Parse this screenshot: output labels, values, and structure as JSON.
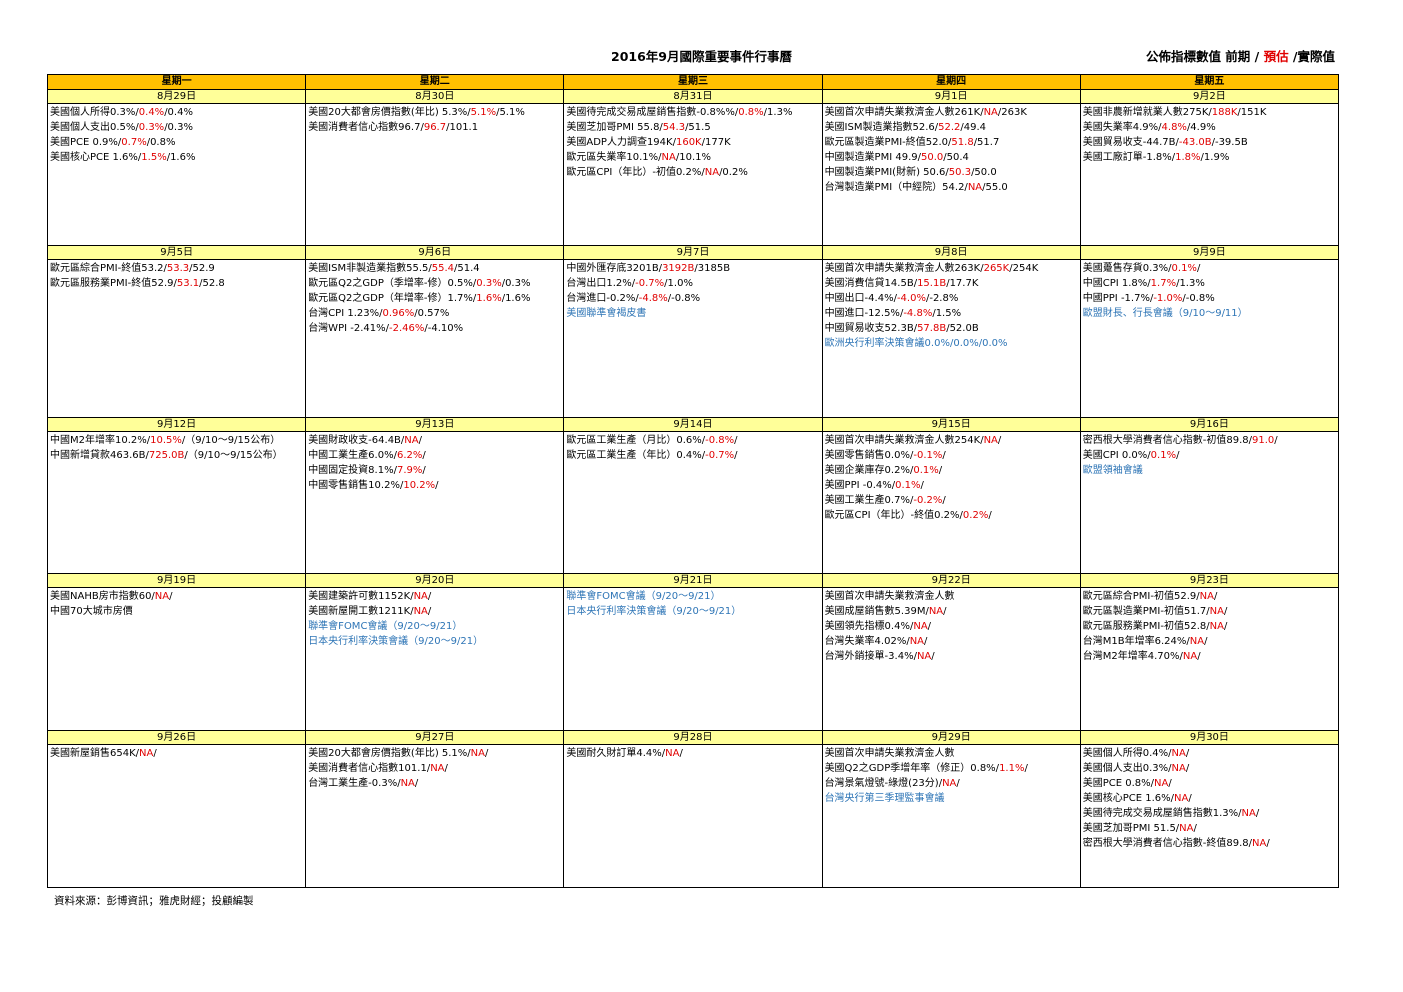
{
  "title": "2016年9月國際重要事件行事曆",
  "legend": {
    "pre": "公佈指標數值  前期 / ",
    "est": "預估",
    "post": " /實際值"
  },
  "weekdays": [
    "星期一",
    "星期二",
    "星期三",
    "星期四",
    "星期五"
  ],
  "weeks": [
    {
      "cells": [
        {
          "date": "8月29日",
          "events": [
            {
              "t": "美國個人所得0.3%/",
              "e": "0.4%",
              "a": "/0.4%"
            },
            {
              "t": "美國個人支出0.5%/",
              "e": "0.3%",
              "a": "/0.3%"
            },
            {
              "t": "美國PCE 0.9%/",
              "e": "0.7%",
              "a": "/0.8%"
            },
            {
              "t": "美國核心PCE 1.6%/",
              "e": "1.5%",
              "a": "/1.6%"
            }
          ]
        },
        {
          "date": "8月30日",
          "events": [
            {
              "t": "美國20大都會房價指數(年比) 5.3%/",
              "e": "5.1%",
              "a": "/5.1%"
            },
            {
              "t": "美國消費者信心指數96.7/",
              "e": "96.7",
              "a": "/101.1"
            }
          ]
        },
        {
          "date": "8月31日",
          "events": [
            {
              "t": "美國待完成交易成屋銷售指數-0.8%%/",
              "e": "0.8%",
              "a": "/1.3%"
            },
            {
              "t": "美國芝加哥PMI 55.8/",
              "e": "54.3",
              "a": "/51.5"
            },
            {
              "t": "美國ADP人力調查194K/",
              "e": "160K",
              "a": "/177K"
            },
            {
              "t": "歐元區失業率10.1%/",
              "e": "NA",
              "a": "/10.1%"
            },
            {
              "t": "歐元區CPI（年比）-初值0.2%/",
              "e": "NA",
              "a": "/0.2%"
            }
          ]
        },
        {
          "date": "9月1日",
          "events": [
            {
              "t": "美國首次申請失業救濟金人數261K/",
              "e": "NA",
              "a": "/263K"
            },
            {
              "t": "美國ISM製造業指數52.6/",
              "e": "52.2",
              "a": "/49.4"
            },
            {
              "t": "歐元區製造業PMI-終值52.0/",
              "e": "51.8",
              "a": "/51.7"
            },
            {
              "t": "中國製造業PMI 49.9/",
              "e": "50.0",
              "a": "/50.4"
            },
            {
              "t": "中國製造業PMI(財新) 50.6/",
              "e": "50.3",
              "a": "/50.0"
            },
            {
              "t": "台灣製造業PMI（中經院）54.2/",
              "e": "NA",
              "a": "/55.0"
            }
          ]
        },
        {
          "date": "9月2日",
          "events": [
            {
              "t": "美國非農新增就業人數275K/",
              "e": "188K",
              "a": "/151K"
            },
            {
              "t": "美國失業率4.9%/",
              "e": "4.8%",
              "a": "/4.9%"
            },
            {
              "t": "美國貿易收支-44.7B/",
              "e": "-43.0B",
              "a": "/-39.5B"
            },
            {
              "t": "美國工廠訂單-1.8%/",
              "e": "1.8%",
              "a": "/1.9%"
            }
          ]
        }
      ]
    },
    {
      "cells": [
        {
          "date": "9月5日",
          "events": [
            {
              "t": "歐元區綜合PMI-終值53.2/",
              "e": "53.3",
              "a": "/52.9"
            },
            {
              "t": "歐元區服務業PMI-終值52.9/",
              "e": "53.1",
              "a": "/52.8"
            }
          ]
        },
        {
          "date": "9月6日",
          "events": [
            {
              "t": "美國ISM非製造業指數55.5/",
              "e": "55.4",
              "a": "/51.4"
            },
            {
              "t": "歐元區Q2之GDP（季增率-修）0.5%/",
              "e": "0.3%",
              "a": "/0.3%"
            },
            {
              "t": "歐元區Q2之GDP（年增率-修）1.7%/",
              "e": "1.6%",
              "a": "/1.6%"
            },
            {
              "t": "台灣CPI  1.23%/",
              "e": "0.96%",
              "a": "/0.57%"
            },
            {
              "t": "台灣WPI  -2.41%/",
              "e": "-2.46%",
              "a": "/-4.10%"
            }
          ]
        },
        {
          "date": "9月7日",
          "events": [
            {
              "t": "中國外匯存底3201B/",
              "e": "3192B",
              "a": "/3185B"
            },
            {
              "t": "台灣出口1.2%/",
              "e": "-0.7%",
              "a": "/1.0%"
            },
            {
              "t": "台灣進口-0.2%/",
              "e": "-4.8%",
              "a": "/-0.8%"
            },
            {
              "b": "美國聯準會褐皮書"
            }
          ]
        },
        {
          "date": "9月8日",
          "events": [
            {
              "t": "美國首次申請失業救濟金人數263K/",
              "e": "265K",
              "a": "/254K"
            },
            {
              "t": "美國消費信貸14.5B/",
              "e": "15.1B",
              "a": "/17.7K"
            },
            {
              "t": "中國出口-4.4%/",
              "e": "-4.0%",
              "a": "/-2.8%"
            },
            {
              "t": "中國進口-12.5%/",
              "e": "-4.8%",
              "a": "/1.5%"
            },
            {
              "t": "中國貿易收支52.3B/",
              "e": "57.8B",
              "a": "/52.0B"
            },
            {
              "b": "歐洲央行利率決策會議0.0%/0.0%/0.0%"
            }
          ]
        },
        {
          "date": "9月9日",
          "events": [
            {
              "t": "美國躉售存貨0.3%/",
              "e": "0.1%",
              "a": "/"
            },
            {
              "t": "中國CPI  1.8%/",
              "e": "1.7%",
              "a": "/1.3%"
            },
            {
              "t": "中國PPI  -1.7%/",
              "e": "-1.0%",
              "a": "/-0.8%"
            },
            {
              "b": "歐盟財長、行長會議（9/10～9/11）"
            }
          ]
        }
      ]
    },
    {
      "cells": [
        {
          "date": "9月12日",
          "events": [
            {
              "t": "中國M2年增率10.2%/",
              "e": "10.5%",
              "a": "/（9/10～9/15公布）"
            },
            {
              "t": "中國新增貸款463.6B/",
              "e": "725.0B",
              "a": "/（9/10～9/15公布）"
            }
          ]
        },
        {
          "date": "9月13日",
          "events": [
            {
              "t": "美國財政收支-64.4B/",
              "e": "NA",
              "a": "/"
            },
            {
              "t": "中國工業生產6.0%/",
              "e": "6.2%",
              "a": "/"
            },
            {
              "t": "中國固定投資8.1%/",
              "e": "7.9%",
              "a": "/"
            },
            {
              "t": "中國零售銷售10.2%/",
              "e": "10.2%",
              "a": "/"
            }
          ]
        },
        {
          "date": "9月14日",
          "events": [
            {
              "t": "歐元區工業生產（月比）0.6%/",
              "e": "-0.8%",
              "a": "/"
            },
            {
              "t": "歐元區工業生產（年比）0.4%/",
              "e": "-0.7%",
              "a": "/"
            }
          ]
        },
        {
          "date": "9月15日",
          "events": [
            {
              "t": "美國首次申請失業救濟金人數254K/",
              "e": "NA",
              "a": "/"
            },
            {
              "t": "美國零售銷售0.0%/",
              "e": "-0.1%",
              "a": "/"
            },
            {
              "t": "美國企業庫存0.2%/",
              "e": "0.1%",
              "a": "/"
            },
            {
              "t": "美國PPI  -0.4%/",
              "e": "0.1%",
              "a": "/"
            },
            {
              "t": "美國工業生產0.7%/",
              "e": "-0.2%",
              "a": "/"
            },
            {
              "t": "歐元區CPI（年比）-終值0.2%/",
              "e": "0.2%",
              "a": "/"
            }
          ]
        },
        {
          "date": "9月16日",
          "events": [
            {
              "t": "密西根大學消費者信心指數-初值89.8/",
              "e": "91.0",
              "a": "/"
            },
            {
              "t": "美國CPI  0.0%/",
              "e": "0.1%",
              "a": "/"
            },
            {
              "b": "歐盟領袖會議"
            }
          ]
        }
      ]
    },
    {
      "cells": [
        {
          "date": "9月19日",
          "events": [
            {
              "t": "美國NAHB房市指數60/",
              "e": "NA",
              "a": "/"
            },
            {
              "t": "中國70大城市房價"
            }
          ]
        },
        {
          "date": "9月20日",
          "events": [
            {
              "t": "美國建築許可數1152K/",
              "e": "NA",
              "a": "/"
            },
            {
              "t": "美國新屋開工數1211K/",
              "e": "NA",
              "a": "/"
            },
            {
              "b": "聯準會FOMC會議（9/20～9/21）"
            },
            {
              "b": "日本央行利率決策會議（9/20～9/21）"
            }
          ]
        },
        {
          "date": "9月21日",
          "events": [
            {
              "b": "聯準會FOMC會議（9/20～9/21）"
            },
            {
              "b": "日本央行利率決策會議（9/20～9/21）"
            }
          ]
        },
        {
          "date": "9月22日",
          "events": [
            {
              "t": "美國首次申請失業救濟金人數"
            },
            {
              "t": "美國成屋銷售數5.39M/",
              "e": "NA",
              "a": "/"
            },
            {
              "t": "美國領先指標0.4%/",
              "e": "NA",
              "a": "/"
            },
            {
              "t": "台灣失業率4.02%/",
              "e": "NA",
              "a": "/"
            },
            {
              "t": "台灣外銷接單-3.4%/",
              "e": "NA",
              "a": "/"
            }
          ]
        },
        {
          "date": "9月23日",
          "events": [
            {
              "t": "歐元區綜合PMI-初值52.9/",
              "e": "NA",
              "a": "/"
            },
            {
              "t": "歐元區製造業PMI-初值51.7/",
              "e": "NA",
              "a": "/"
            },
            {
              "t": "歐元區服務業PMI-初值52.8/",
              "e": "NA",
              "a": "/"
            },
            {
              "t": "台灣M1B年增率6.24%/",
              "e": "NA",
              "a": "/"
            },
            {
              "t": "台灣M2年增率4.70%/",
              "e": "NA",
              "a": "/"
            }
          ]
        }
      ]
    },
    {
      "cells": [
        {
          "date": "9月26日",
          "events": [
            {
              "t": "美國新屋銷售654K/",
              "e": "NA",
              "a": "/"
            }
          ]
        },
        {
          "date": "9月27日",
          "events": [
            {
              "t": "美國20大都會房價指數(年比) 5.1%/",
              "e": "NA",
              "a": "/"
            },
            {
              "t": "美國消費者信心指數101.1/",
              "e": "NA",
              "a": "/"
            },
            {
              "t": "台灣工業生產-0.3%/",
              "e": "NA",
              "a": "/"
            }
          ]
        },
        {
          "date": "9月28日",
          "events": [
            {
              "t": "美國耐久財訂單4.4%/",
              "e": "NA",
              "a": "/"
            }
          ]
        },
        {
          "date": "9月29日",
          "events": [
            {
              "t": "美國首次申請失業救濟金人數"
            },
            {
              "t": "美國Q2之GDP季增年率（修正）0.8%/",
              "e": "1.1%",
              "a": "/"
            },
            {
              "t": "台灣景氣燈號-綠燈(23分)/",
              "e": "NA",
              "a": "/"
            },
            {
              "b": "台灣央行第三季理監事會議"
            }
          ]
        },
        {
          "date": "9月30日",
          "events": [
            {
              "t": "美國個人所得0.4%/",
              "e": "NA",
              "a": "/"
            },
            {
              "t": "美國個人支出0.3%/",
              "e": "NA",
              "a": "/"
            },
            {
              "t": "美國PCE 0.8%/",
              "e": "NA",
              "a": "/"
            },
            {
              "t": "美國核心PCE  1.6%/",
              "e": "NA",
              "a": "/"
            },
            {
              "t": "美國待完成交易成屋銷售指數1.3%/",
              "e": "NA",
              "a": "/"
            },
            {
              "t": "美國芝加哥PMI  51.5/",
              "e": "NA",
              "a": "/"
            },
            {
              "t": "密西根大學消費者信心指數-終值89.8/",
              "e": "NA",
              "a": "/"
            }
          ]
        }
      ]
    }
  ],
  "source": "資料來源：彭博資訊；雅虎財經；投顧編製",
  "colors": {
    "header_bg": "#ffc000",
    "date_bg": "#ffff99",
    "estimate": "#e00000",
    "meeting": "#2e75b6"
  }
}
